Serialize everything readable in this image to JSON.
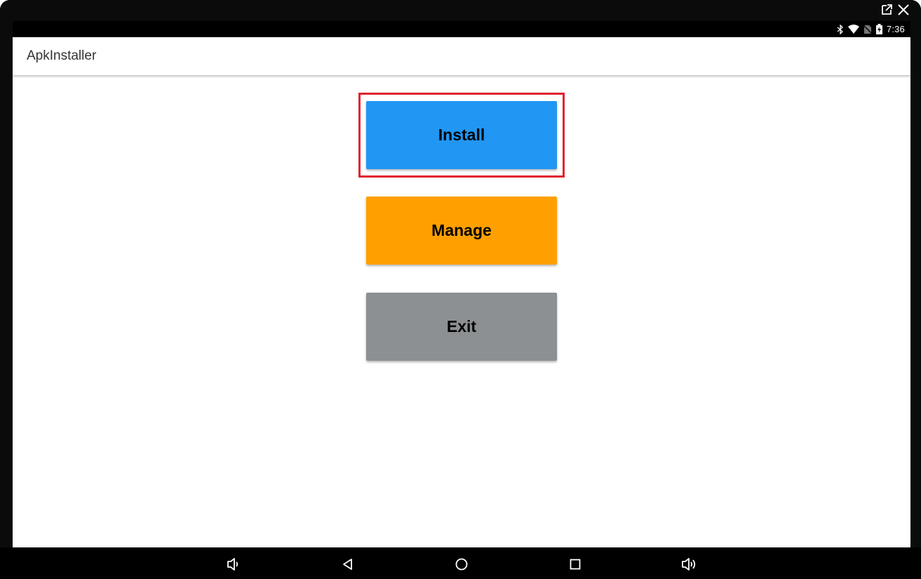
{
  "window": {
    "popout_icon": "external-window-icon",
    "close_icon": "close-icon"
  },
  "status_bar": {
    "icons": [
      "bluetooth-icon",
      "wifi-icon",
      "no-sim-icon",
      "battery-charging-icon"
    ],
    "time": "7:36"
  },
  "app_bar": {
    "title": "ApkInstaller"
  },
  "main": {
    "buttons": [
      {
        "label": "Install",
        "color": "#2196F3"
      },
      {
        "label": "Manage",
        "color": "#FFA000"
      },
      {
        "label": "Exit",
        "color": "#8C9093"
      }
    ],
    "highlight_color": "#E0232E"
  },
  "nav_bar": {
    "icons": [
      "volume-down-icon",
      "back-icon",
      "home-icon",
      "recents-icon",
      "volume-up-icon"
    ]
  }
}
